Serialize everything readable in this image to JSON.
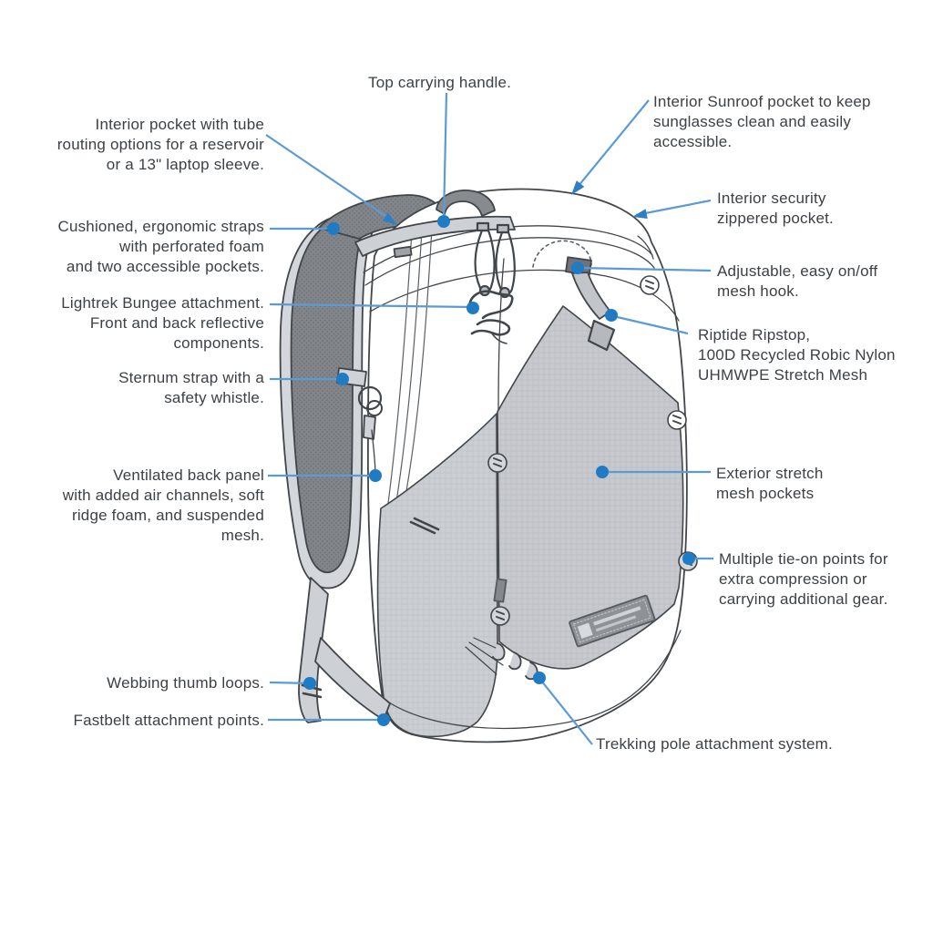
{
  "diagram": {
    "subject": "backpack-feature-diagram",
    "colors": {
      "accent_dot": "#1f7cc4",
      "connector_line": "#5b9bd5",
      "ink": "#3c4146",
      "outline": "#41464b",
      "mesh_gray": "#c6c9cd",
      "strap_dark": "#82868b",
      "webbing_light": "#cdd1d5",
      "background": "#ffffff"
    },
    "callouts": {
      "top_handle": {
        "lines": [
          "Top carrying handle."
        ]
      },
      "interior_pocket": {
        "lines": [
          "Interior pocket with tube",
          "routing options for a reservoir",
          "or a 13\" laptop sleeve."
        ]
      },
      "sunroof_pocket": {
        "lines": [
          "Interior Sunroof pocket to keep",
          "sunglasses clean and easily",
          "accessible."
        ]
      },
      "cushioned_straps": {
        "lines": [
          "Cushioned, ergonomic straps",
          "with perforated foam",
          "and two accessible pockets."
        ]
      },
      "security_pocket": {
        "lines": [
          "Interior security",
          "zippered pocket."
        ]
      },
      "lightrek_bungee": {
        "lines": [
          "Lightrek Bungee attachment.",
          "Front and back reflective",
          "components."
        ]
      },
      "mesh_hook": {
        "lines": [
          "Adjustable, easy on/off",
          "mesh hook."
        ]
      },
      "sternum_strap": {
        "lines": [
          "Sternum strap with a",
          "safety whistle."
        ]
      },
      "riptide_fabric": {
        "lines": [
          "Riptide Ripstop,",
          "100D Recycled Robic Nylon",
          "UHMWPE Stretch Mesh"
        ]
      },
      "ventilated_panel": {
        "lines": [
          "Ventilated back panel",
          "with added air channels, soft",
          "ridge foam, and suspended",
          "mesh."
        ]
      },
      "stretch_pockets": {
        "lines": [
          "Exterior stretch",
          "mesh pockets"
        ]
      },
      "tie_on_points": {
        "lines": [
          "Multiple tie-on points for",
          "extra compression or",
          "carrying additional gear."
        ]
      },
      "webbing_loops": {
        "lines": [
          "Webbing thumb loops."
        ]
      },
      "fastbelt": {
        "lines": [
          "Fastbelt attachment points."
        ]
      },
      "trekking_pole": {
        "lines": [
          "Trekking pole attachment system."
        ]
      }
    }
  }
}
